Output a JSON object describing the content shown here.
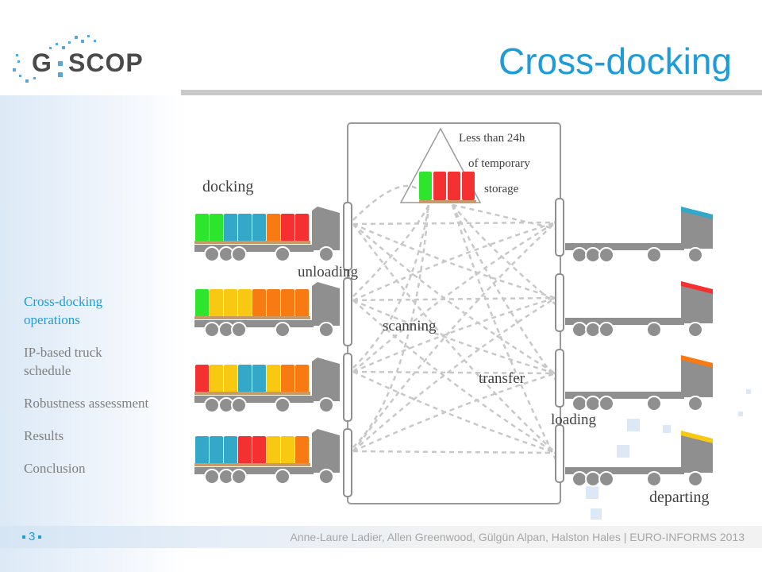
{
  "slide": {
    "title": "Cross-docking",
    "page_number": "3",
    "footer": "Anne-Laure Ladier, Allen Greenwood, Gülgün Alpan, Halston Hales  | EURO-INFORMS 2013"
  },
  "logo": {
    "text": "G SCOP"
  },
  "nav": {
    "items": [
      {
        "label": "Cross-docking operations",
        "active": true
      },
      {
        "label": "IP-based truck schedule",
        "active": false
      },
      {
        "label": "Robustness assessment",
        "active": false
      },
      {
        "label": "Results",
        "active": false
      },
      {
        "label": "Conclusion",
        "active": false
      }
    ]
  },
  "diagram": {
    "labels": {
      "docking": "docking",
      "unloading": "unloading",
      "scanning": "scanning",
      "transfer": "transfer",
      "loading": "loading",
      "departing": "departing",
      "storage_line1": "Less than 24h",
      "storage_line2": "of temporary",
      "storage_line3": "storage"
    },
    "colors": {
      "green": "#2ee52e",
      "blue": "#33a8c8",
      "orange": "#f77a12",
      "red": "#f43030",
      "yellow": "#f8c812",
      "truck": "#8f8f8f",
      "pallet": "#c89a6a",
      "dash": "#c8c8c8"
    },
    "inbound_trucks": [
      [
        "green",
        "green",
        "blue",
        "blue",
        "blue",
        "orange",
        "red",
        "red"
      ],
      [
        "green",
        "yellow",
        "yellow",
        "yellow",
        "orange",
        "orange",
        "orange",
        "orange"
      ],
      [
        "red",
        "yellow",
        "yellow",
        "blue",
        "blue",
        "yellow",
        "orange",
        "orange"
      ],
      [
        "blue",
        "blue",
        "blue",
        "red",
        "red",
        "yellow",
        "yellow",
        "orange"
      ]
    ],
    "outbound_flags": [
      "blue",
      "red",
      "orange",
      "yellow"
    ],
    "storage_cargo": [
      "green",
      "red",
      "red",
      "red"
    ]
  }
}
